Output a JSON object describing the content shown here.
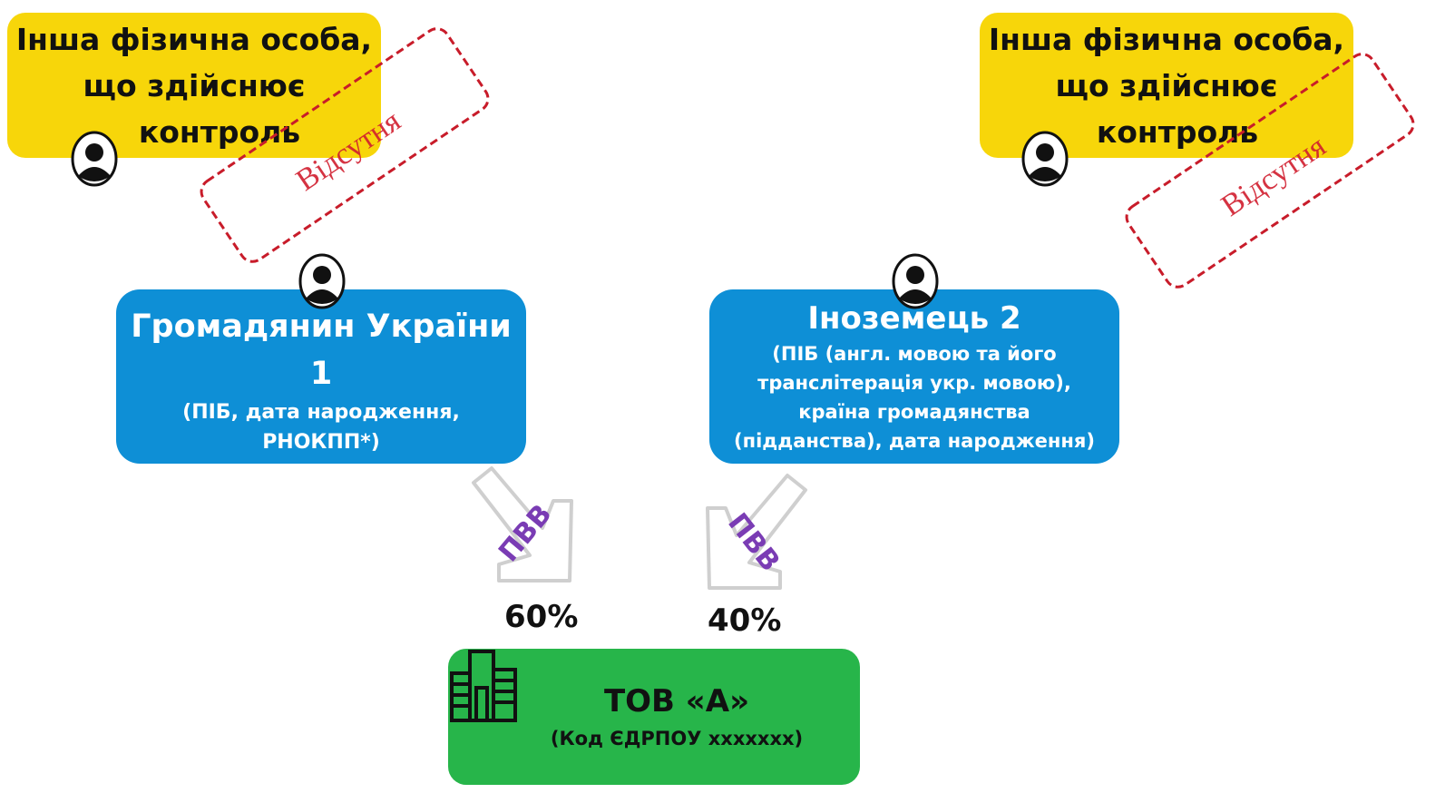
{
  "colors": {
    "controller_box": "#f7d60a",
    "person_box": "#0e8fd6",
    "company_box": "#27b54a",
    "stamp": "#c81c2a",
    "arrow_label": "#7a3cb4"
  },
  "left": {
    "controller": {
      "line1": "Інша фізична особа,",
      "line2": "що здійснює",
      "line3": "контроль"
    },
    "stamp": "Відсутня",
    "person": {
      "title": "Громадянин України 1",
      "line1": "(ПІБ, дата народження,",
      "line2": "РНОКПП*)"
    },
    "arrow_label": "ПВВ",
    "share": "60%"
  },
  "right": {
    "controller": {
      "line1": "Інша фізична особа,",
      "line2": "що здійснює",
      "line3": "контроль"
    },
    "stamp": "Відсутня",
    "person": {
      "title": "Іноземець 2",
      "line1": "(ПІБ (англ. мовою та його",
      "line2": "транслітерація укр. мовою),",
      "line3": "країна громадянства",
      "line4": "(підданства), дата народження)"
    },
    "arrow_label": "ПВВ",
    "share": "40%"
  },
  "company": {
    "title": "ТОВ «А»",
    "subtitle": "(Код ЄДРПОУ ххххххх)"
  },
  "icons": [
    "person-icon",
    "building-icon"
  ]
}
